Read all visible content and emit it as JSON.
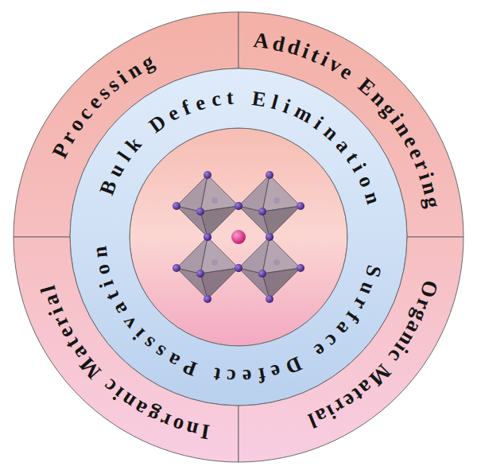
{
  "diagram": {
    "nodes": [
      {
        "text": [
          "Processing"
        ]
      },
      {
        "text": [
          "Additive Engineering"
        ]
      },
      {
        "text": [
          "Bulk Defect Elimination",
          "Surface Defect Passivation"
        ]
      },
      {
        "text": [
          "Inorganic Material"
        ]
      },
      {
        "text": [
          "Organic Material"
        ]
      }
    ]
  }
}
